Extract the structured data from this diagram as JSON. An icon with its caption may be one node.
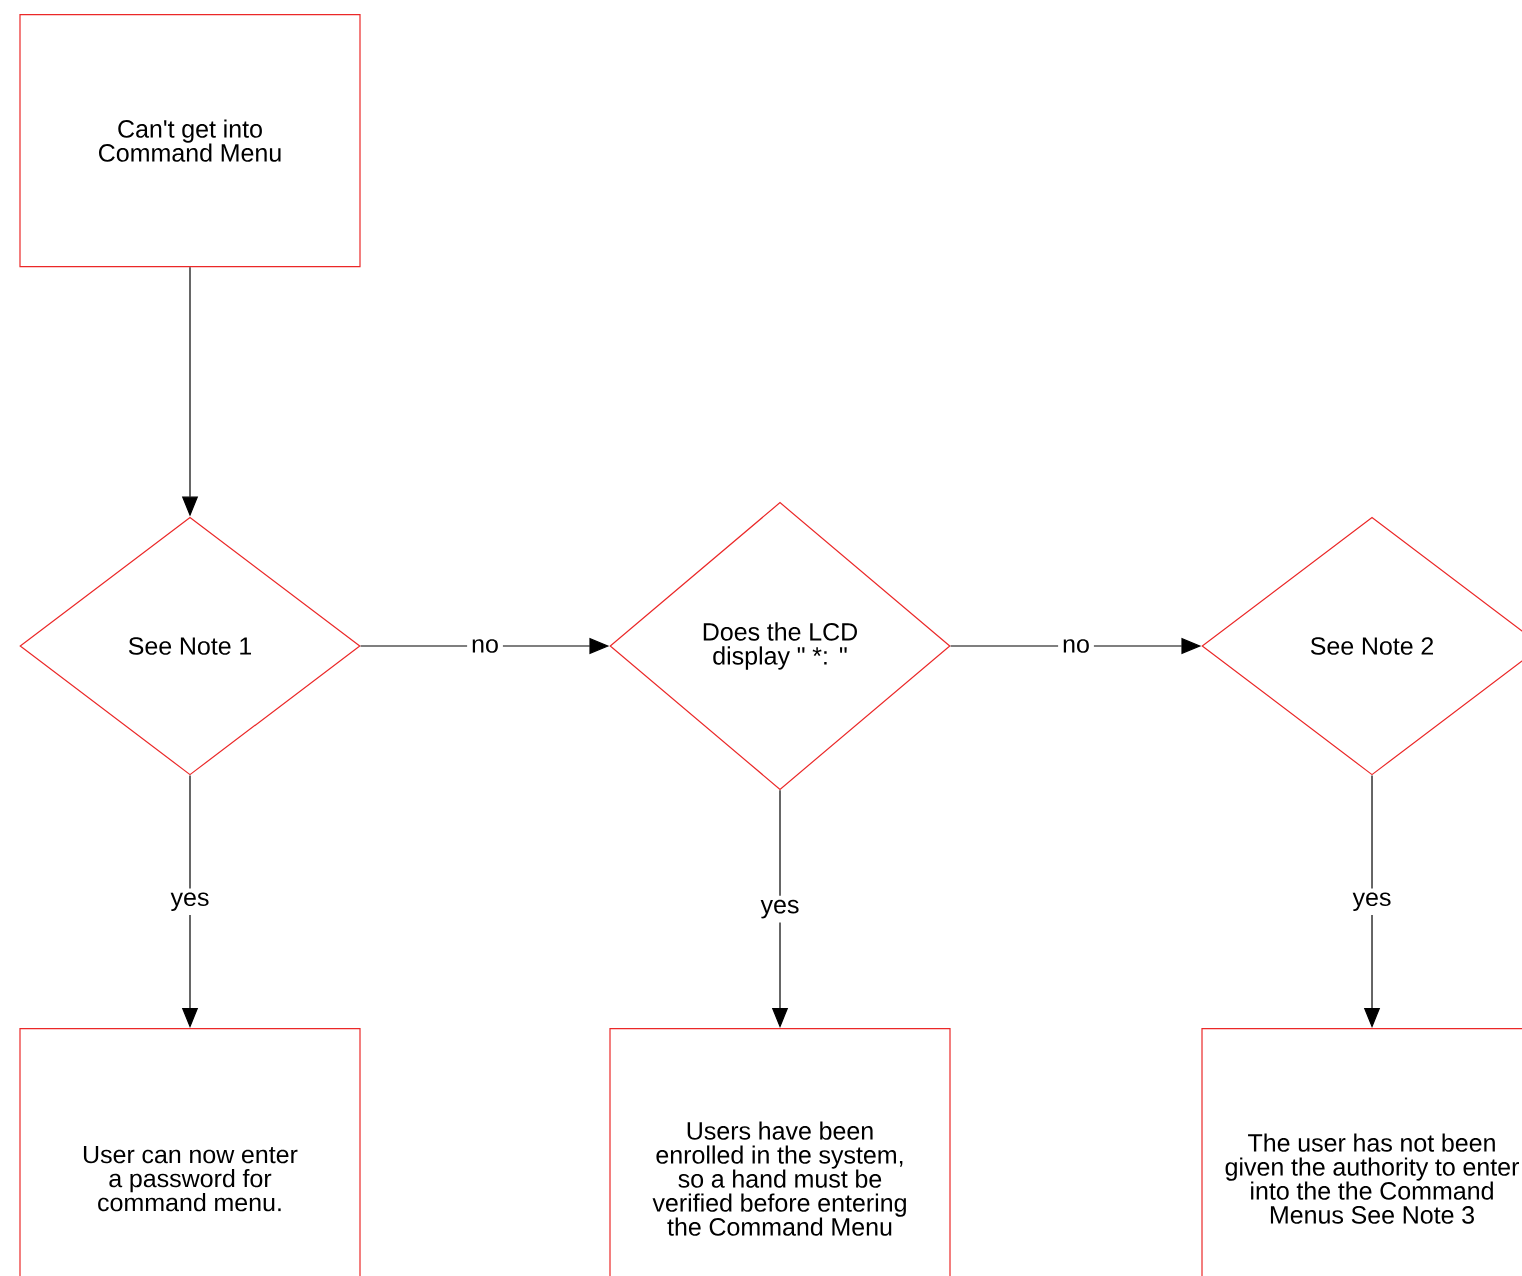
{
  "diagram": {
    "nodes": [
      {
        "text": [
          "Can't get into Command Menu"
        ]
      },
      {
        "text": [
          "See Note 1"
        ]
      },
      {
        "text": [
          "Does the LCD display \" *: \""
        ]
      },
      {
        "text": [
          "See Note 2"
        ]
      },
      {
        "text": [
          "User can now enter a password for command menu."
        ]
      },
      {
        "text": [
          "Users have been enrolled in the system, so a hand must be verified before entering the Command Menu"
        ]
      },
      {
        "text": [
          "The user has not been given the authority to enter into the the Command Menus See Note 3"
        ]
      }
    ],
    "edges": [
      {
        "from": 0,
        "to": 1,
        "arrow": "to"
      },
      {
        "from": 1,
        "to": 2,
        "arrow": "to",
        "label": "no"
      },
      {
        "from": 2,
        "to": 3,
        "arrow": "to",
        "label": "no"
      },
      {
        "from": 1,
        "to": 4,
        "arrow": "to",
        "label": "yes"
      },
      {
        "from": 2,
        "to": 5,
        "arrow": "to",
        "label": "yes"
      },
      {
        "from": 3,
        "to": 6,
        "arrow": "to",
        "label": "yes"
      }
    ]
  }
}
